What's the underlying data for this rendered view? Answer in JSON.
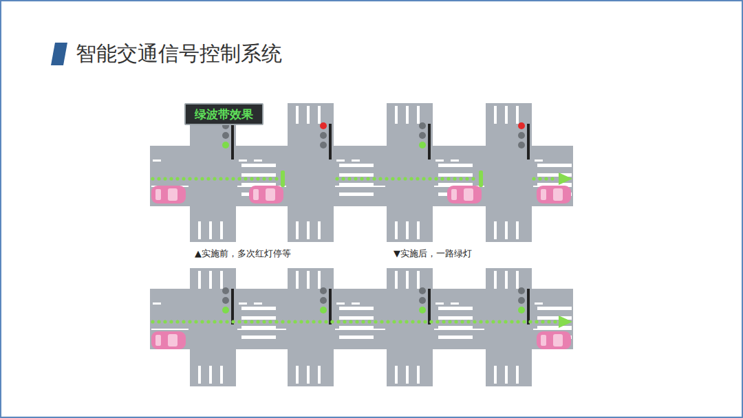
{
  "diagram": {
    "title": "智能交通信号控制系统",
    "nodes": [
      {
        "text": [
          "绿波带效果"
        ]
      }
    ],
    "labels": [
      "▲实施前，多次红灯停等",
      "▼实施后，一路绿灯"
    ]
  }
}
